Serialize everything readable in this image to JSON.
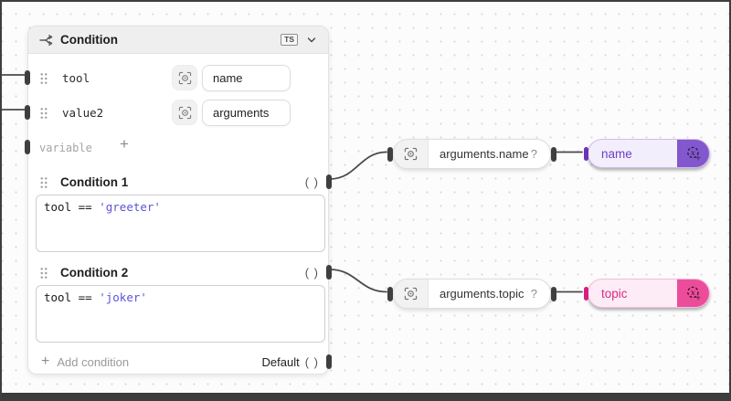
{
  "condition_node": {
    "title": "Condition",
    "type_badge": "TS",
    "inputs": [
      {
        "label": "tool",
        "value": "name"
      },
      {
        "label": "value2",
        "value": "arguments"
      }
    ],
    "variable_row": {
      "label": "variable",
      "add_label": "+"
    },
    "conditions": [
      {
        "title": "Condition 1",
        "output_label": "( )",
        "code": {
          "lhs": "tool == ",
          "string": "'greeter'"
        }
      },
      {
        "title": "Condition 2",
        "output_label": "( )",
        "code": {
          "lhs": "tool == ",
          "string": "'joker'"
        }
      }
    ],
    "footer": {
      "add_icon": "+",
      "add_condition": "Add condition",
      "default_label": "Default",
      "default_output": "( )"
    }
  },
  "selectors": [
    {
      "path": "arguments.name",
      "hint": "?"
    },
    {
      "path": "arguments.topic",
      "hint": "?"
    }
  ],
  "variables": [
    {
      "label": "name"
    },
    {
      "label": "topic"
    }
  ],
  "colors": {
    "purple_accent": "#8357cd",
    "purple_dark": "#6a35b5",
    "purple_text": "#6f3fc4",
    "purple_bg": "#f2eefb",
    "pink_accent": "#ec4d9b",
    "pink_dark": "#d61f7e",
    "pink_text": "#d92c86",
    "pink_bg": "#fdecf5",
    "code_string": "#5a54d4",
    "edge": "#4a4a4a",
    "canvas_bg": "#fcfcfc",
    "frame": "#3e3e3e"
  }
}
